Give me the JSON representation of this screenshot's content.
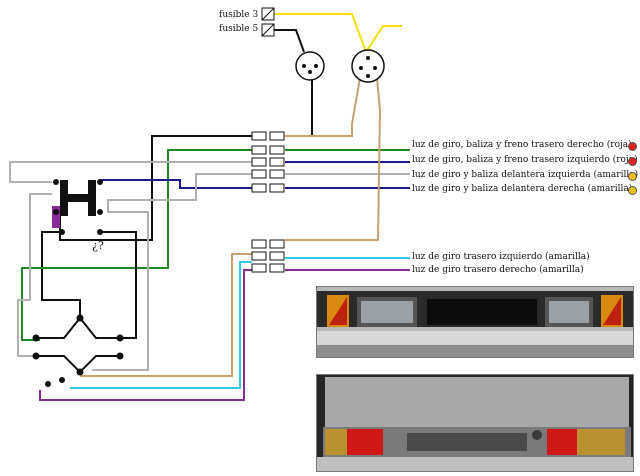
{
  "fuses": [
    {
      "label": "fusible 3"
    },
    {
      "label": "fusible 5"
    }
  ],
  "outputs_front": [
    {
      "label": "luz de giro, baliza y freno trasero derecho (roja)",
      "lamp_color": "#e02020"
    },
    {
      "label": "luz de giro, baliza y freno trasero izquierdo (roja)",
      "lamp_color": "#e02020"
    },
    {
      "label": "luz de giro y baliza delantera izquierda (amarilla)",
      "lamp_color": "#f0c020"
    },
    {
      "label": "luz de giro y baliza delantera derecha (amarilla)",
      "lamp_color": "#f0c020"
    }
  ],
  "outputs_rear": [
    {
      "label": "luz de   giro   trasero izquierdo (amarilla)"
    },
    {
      "label": "luz de   giro   trasero derecho (amarilla)"
    }
  ],
  "unknown_label": "¿?",
  "wire_colors": {
    "yellow": "#f5e000",
    "black": "#111111",
    "green": "#1f8a1f",
    "navy": "#1a1a8c",
    "grey": "#b0b0b0",
    "tan": "#c8a070",
    "cyan": "#30c8e8",
    "purple": "#8a2a9a"
  }
}
